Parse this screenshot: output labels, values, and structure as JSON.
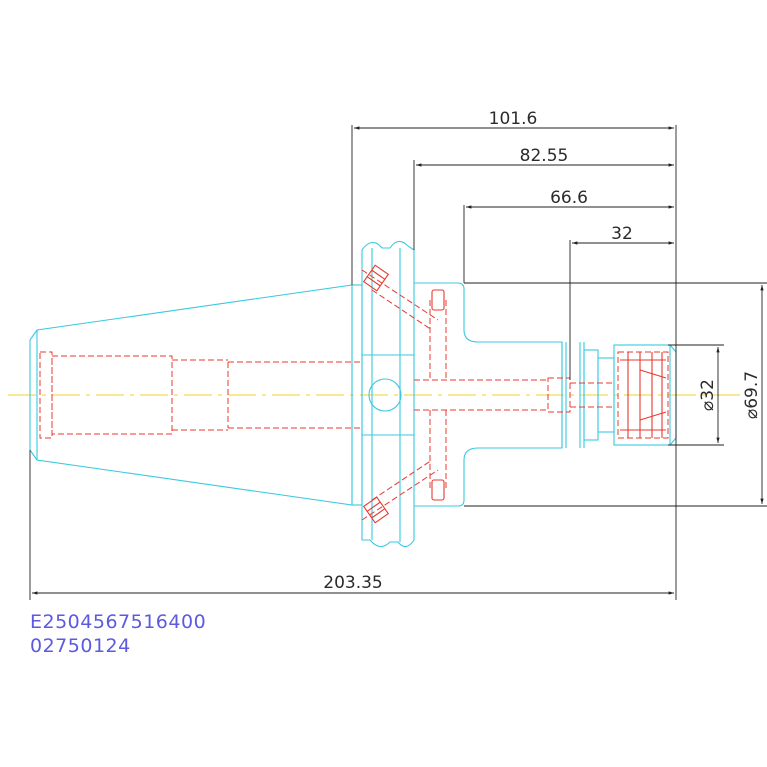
{
  "dimensions": {
    "d101": "101.6",
    "d82": "82.55",
    "d66": "66.6",
    "d32": "32",
    "dia32": "⌀32",
    "dia697": "⌀69.7",
    "total": "203.35"
  },
  "codes": {
    "line1": "E2504567516400",
    "line2": "02750124"
  },
  "colors": {
    "outline": "#39c9e0",
    "hidden": "#e8392f",
    "dimension": "#222222",
    "centerline": "#f2d028",
    "codes": "#5b5ae0"
  }
}
